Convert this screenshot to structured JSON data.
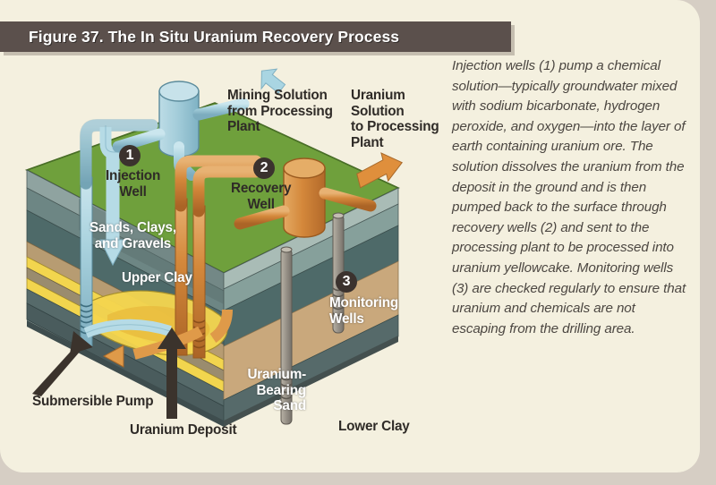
{
  "figure": {
    "title": "Figure 37. The In Situ Uranium Recovery Process",
    "caption": "Injection wells (1) pump a chemical solution—typically groundwater mixed with sodium bicarbonate, hydrogen peroxide, and oxygen—into the layer of earth containing uranium ore. The solution dissolves the uranium from the deposit in the ground and is then pumped back to the surface through recovery wells (2) and sent to the processing plant to be processed into uranium yellowcake. Monitoring wells (3) are checked regularly to ensure that uranium and chemicals are not escaping from the drilling area."
  },
  "colors": {
    "page_background": "#d6cec4",
    "card_background": "#f4f0df",
    "title_bar": "#5b504c",
    "title_text": "#ffffff",
    "injection_blue": "#a8cfdc",
    "recovery_orange": "#d98a3d",
    "grass_green": "#6fa03c",
    "uranium_yellow": "#f2d54e",
    "sand_tan": "#c9a87c",
    "clay_grey": "#5f6f6e",
    "well_grey": "#9a948a",
    "label_dark": "#2f2b27",
    "label_light": "#ffffff"
  },
  "callouts": [
    {
      "number": "1",
      "label": "Injection\nWell"
    },
    {
      "number": "2",
      "label": "Recovery\nWell"
    },
    {
      "number": "3",
      "label": "Monitoring\nWells"
    }
  ],
  "labels": {
    "mining_solution": "Mining Solution\nfrom Processing\nPlant",
    "uranium_solution": "Uranium\nSolution\nto Processing\nPlant",
    "sands_clays": "Sands, Clays,\nand Gravels",
    "upper_clay": "Upper Clay",
    "lower_clay": "Lower Clay",
    "uranium_bearing_sand": "Uranium-\nBearing\nSand",
    "submersible_pump": "Submersible Pump",
    "uranium_deposit": "Uranium Deposit"
  }
}
